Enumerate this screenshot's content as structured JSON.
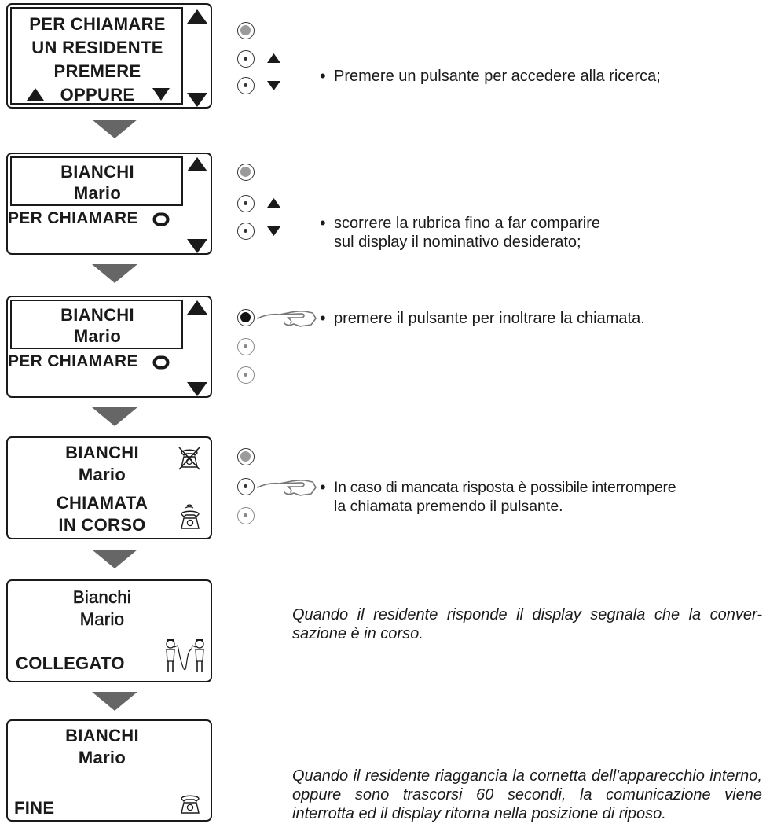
{
  "steps": [
    {
      "display": {
        "line1": "PER CHIAMARE",
        "line2": "UN RESIDENTE",
        "line3": "PREMERE",
        "line4": "OPPURE"
      },
      "description": "Premere un pulsante per accedere alla ricerca;"
    },
    {
      "display": {
        "line1": "BIANCHI",
        "line2": "Mario",
        "line3": "PER CHIAMARE"
      },
      "description": [
        "scorrere la rubrica fino a far comparire",
        "sul display il nominativo desiderato;"
      ]
    },
    {
      "display": {
        "line1": "BIANCHI",
        "line2": "Mario",
        "line3": "PER CHIAMARE"
      },
      "description": "premere il pulsante per inoltrare la chiamata."
    },
    {
      "display": {
        "line1": "BIANCHI",
        "line2": "Mario",
        "line3": "CHIAMATA",
        "line4": "IN CORSO"
      },
      "description": [
        "In caso di mancata risposta è possibile interrompere",
        "la chiamata premendo il pulsante."
      ]
    },
    {
      "display": {
        "line1": "Bianchi",
        "line2": "Mario",
        "line3": "COLLEGATO"
      },
      "description": "Quando il residente risponde il display segnala che la conver-sazione è in corso."
    },
    {
      "display": {
        "line1": "BIANCHI",
        "line2": "Mario",
        "line3": "FINE"
      },
      "description": "Quando il residente riaggancia la cornetta dell'apparecchio interno, oppure sono trascorsi 60 secondi, la comunicazione viene interrotta ed il display ritorna nella posizione di riposo."
    }
  ],
  "icons": {
    "scroll_up": "triangle-up-icon",
    "scroll_down": "triangle-down-icon",
    "call_key": "circle-key-icon",
    "no_answer": "crossed-phone-icon",
    "ringing": "ringing-phone-icon",
    "connected": "talking-people-icon",
    "hangup": "phone-icon",
    "press": "pointing-hand-icon"
  },
  "colors": {
    "ink": "#1a1a1a",
    "flow_arrow": "#666666",
    "button_grey": "#9b9b9b"
  }
}
